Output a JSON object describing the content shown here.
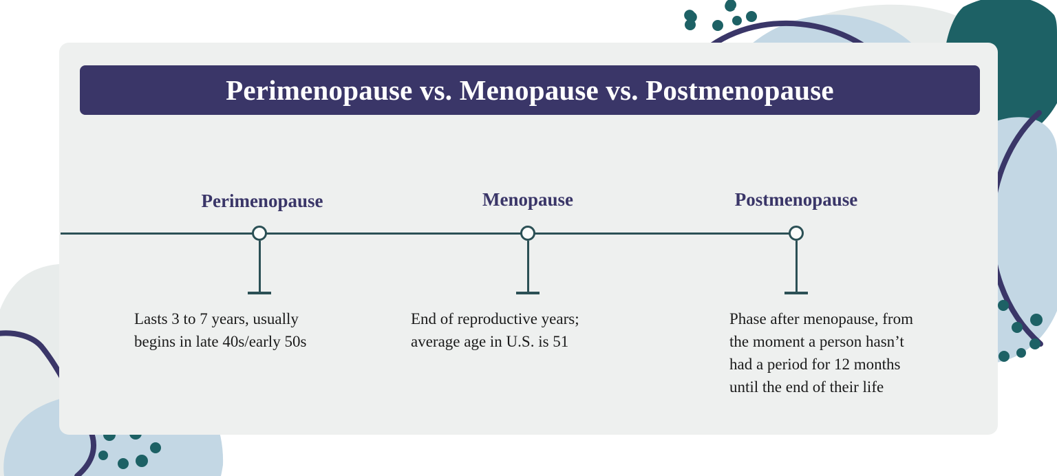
{
  "document": {
    "type": "timeline-infographic",
    "title": "Perimenopause vs. Menopause vs. Postmenopause"
  },
  "colors": {
    "title_bar": "#3a3668",
    "heading_navy": "#3a3668",
    "timeline_teal": "#2b5055",
    "accent_teal": "#1d6165",
    "light_blue": "#c3d7e4",
    "card_background": "#eef0ef",
    "page_background": "#ffffff",
    "body_text": "#1a1a1a",
    "title_text": "#ffffff"
  },
  "timeline": {
    "stages": [
      {
        "heading": "Perimenopause",
        "marker": "timeline-node-circle",
        "lines": [
          "Lasts 3 to 7 years, usually",
          "begins in late 40s/early 50s"
        ]
      },
      {
        "heading": "Menopause",
        "marker": "timeline-node-circle",
        "lines": [
          "End of reproductive years;",
          "average age in U.S. is 51"
        ]
      },
      {
        "heading": "Postmenopause",
        "marker": "timeline-node-circle",
        "lines": [
          "Phase after menopause, from",
          "the moment a person hasn’t",
          "had a period for 12 months",
          "until the end of their life"
        ]
      }
    ]
  }
}
